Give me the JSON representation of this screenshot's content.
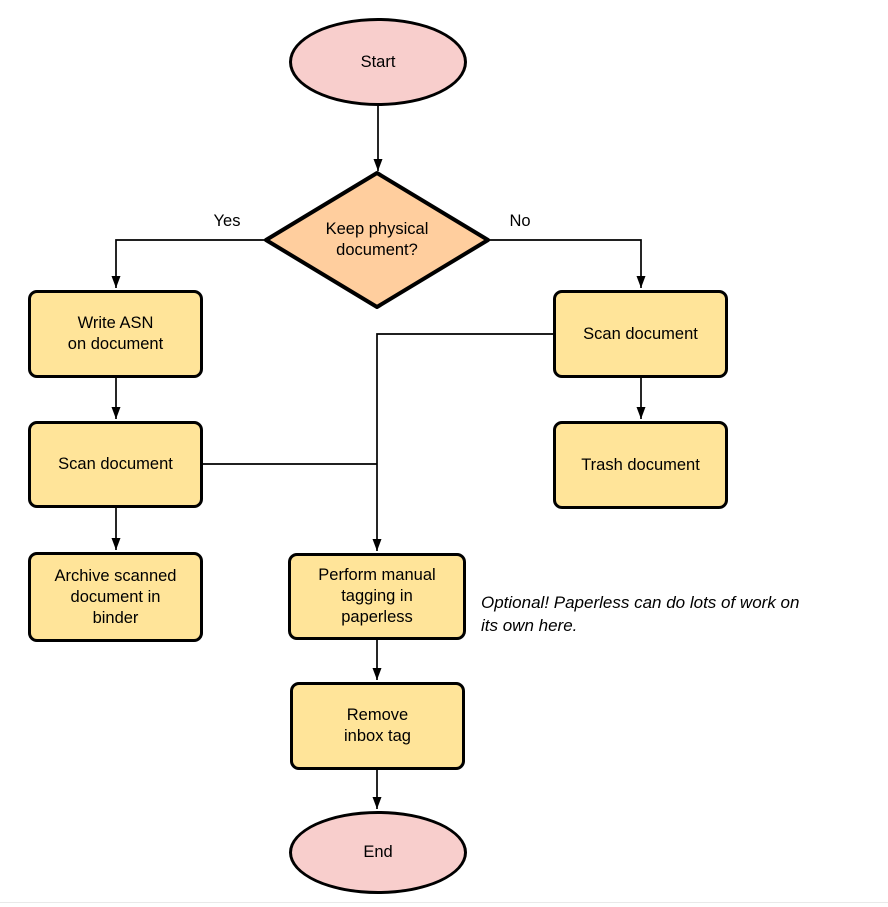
{
  "nodes": {
    "start": {
      "label": "Start"
    },
    "decision": {
      "label": "Keep physical\ndocument?"
    },
    "write_asn": {
      "label": "Write ASN\non document"
    },
    "scan_left": {
      "label": "Scan document"
    },
    "archive": {
      "label": "Archive scanned\ndocument in\nbinder"
    },
    "scan_right": {
      "label": "Scan document"
    },
    "trash": {
      "label": "Trash document"
    },
    "tagging": {
      "label": "Perform manual\ntagging in\npaperless"
    },
    "remove_inbox": {
      "label": "Remove\ninbox tag"
    },
    "end": {
      "label": "End"
    }
  },
  "edge_labels": {
    "yes": "Yes",
    "no": "No"
  },
  "annotation": {
    "text": "Optional! Paperless can do lots of work on\nits own here."
  },
  "colors": {
    "terminal_fill": "#F8CECC",
    "decision_fill": "#FFCE9E",
    "process_fill": "#FFE499",
    "stroke": "#000000",
    "connector": "#000000",
    "hairline": "#E9E9E9"
  }
}
